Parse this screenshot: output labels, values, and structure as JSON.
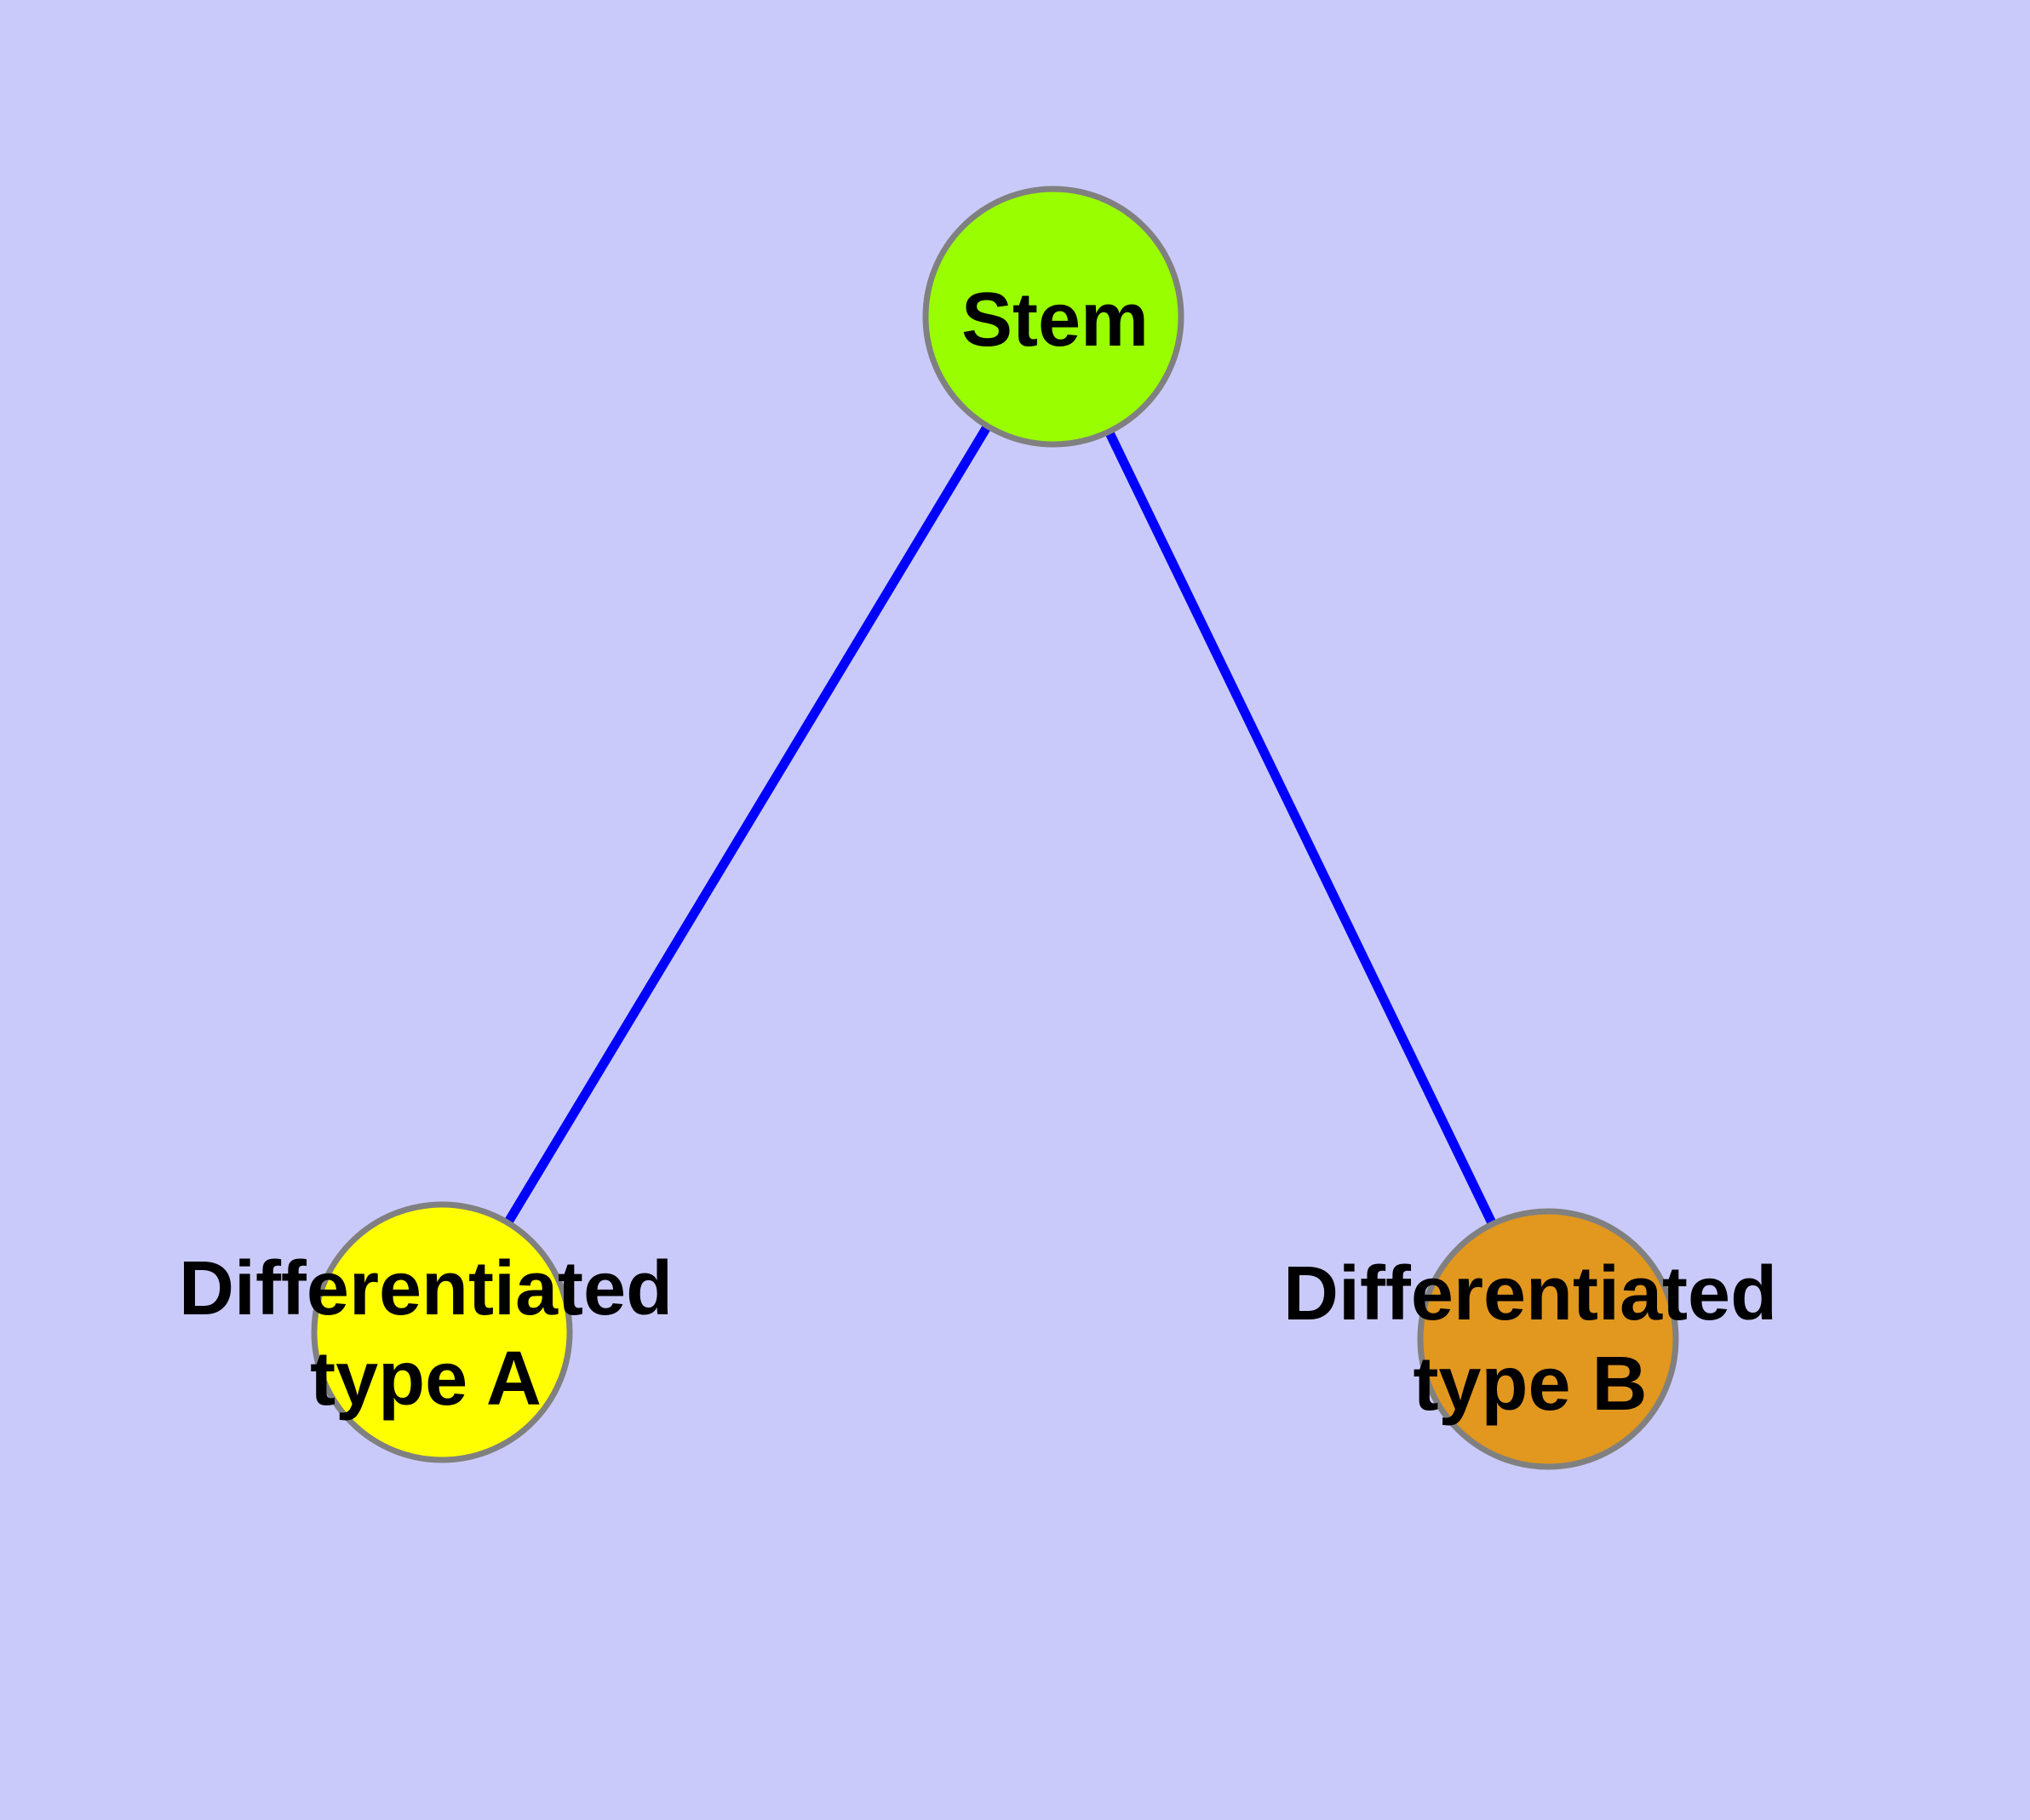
{
  "colors": {
    "background": "#CACAFA",
    "edge": "#0000FF",
    "node-border": "#808080",
    "stem-fill": "#99FF00",
    "type-a-fill": "#FFFF00",
    "type-b-fill": "#E2971E",
    "label-text": "#000000"
  },
  "diagram": {
    "type": "graph",
    "nodes": {
      "stem": {
        "label": "Stem"
      },
      "type_a": {
        "label_line1": "Differentiated",
        "label_line2": "type A"
      },
      "type_b": {
        "label_line1": "Differentiated",
        "label_line2": "type B"
      }
    },
    "edges": [
      {
        "from": "Stem",
        "to": "Differentiated type A"
      },
      {
        "from": "Stem",
        "to": "Differentiated type B"
      }
    ]
  }
}
